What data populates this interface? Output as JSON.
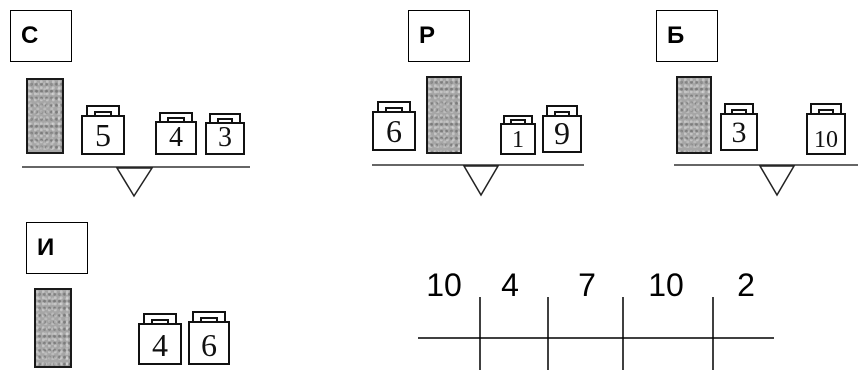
{
  "panels": [
    {
      "id": "s",
      "letter": "С",
      "left_weights": [
        "5"
      ],
      "right_weights": [
        "4",
        "3"
      ]
    },
    {
      "id": "r",
      "letter": "Р",
      "left_weights": [
        "6"
      ],
      "right_weights": [
        "1",
        "9"
      ]
    },
    {
      "id": "b",
      "letter": "Б",
      "left_weights": [
        "3"
      ],
      "right_weights": [
        "10"
      ]
    },
    {
      "id": "i",
      "letter": "И",
      "left_weights": [],
      "right_weights": [
        "4",
        "6"
      ]
    }
  ],
  "answer_table": {
    "values": [
      "10",
      "4",
      "7",
      "10",
      "2"
    ]
  }
}
